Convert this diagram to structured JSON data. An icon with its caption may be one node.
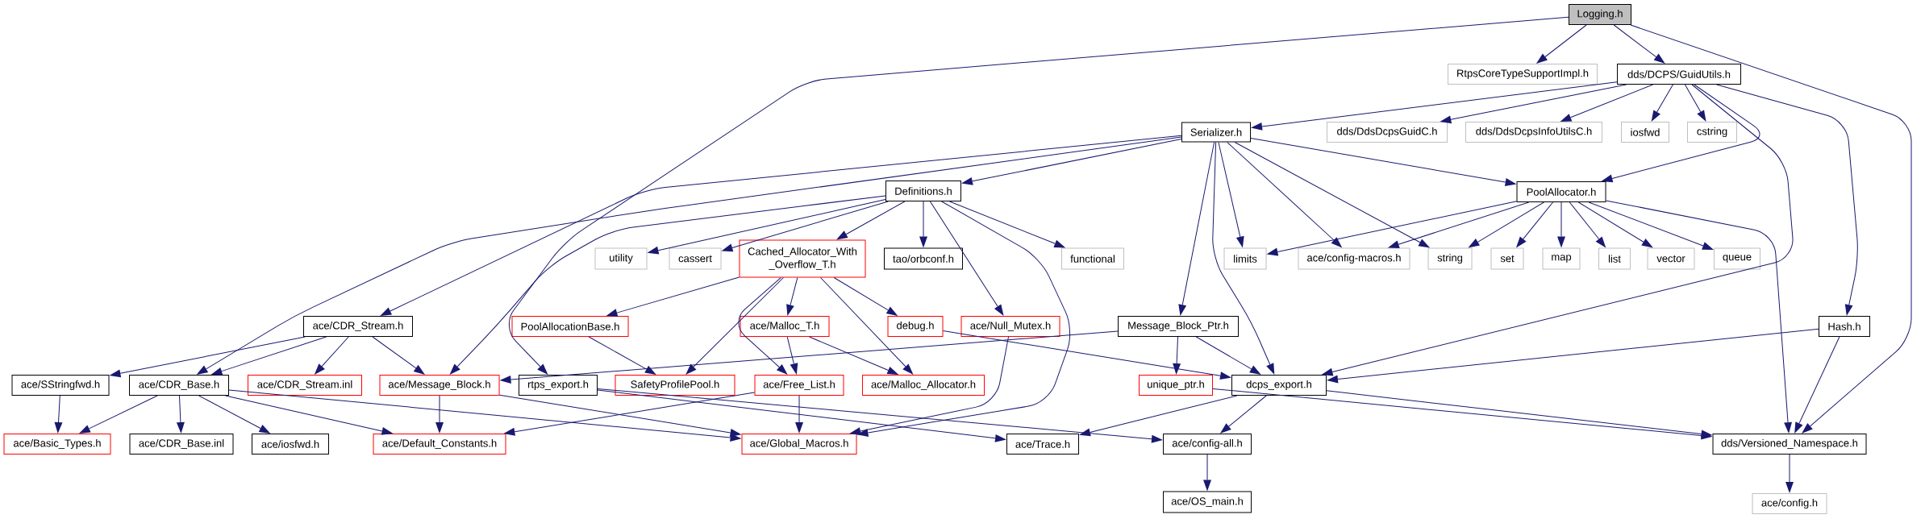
{
  "diagram": {
    "nodes": [
      {
        "text": [
          "Logging.h"
        ]
      },
      {
        "text": [
          "RtpsCoreTypeSupportImpl.h"
        ]
      },
      {
        "text": [
          "dds/DCPS/GuidUtils.h"
        ]
      },
      {
        "text": [
          "Serializer.h"
        ]
      },
      {
        "text": [
          "dds/DdsDcpsGuidC.h"
        ]
      },
      {
        "text": [
          "dds/DdsDcpsInfoUtilsC.h"
        ]
      },
      {
        "text": [
          "iosfwd"
        ]
      },
      {
        "text": [
          "cstring"
        ]
      },
      {
        "text": [
          "Definitions.h"
        ]
      },
      {
        "text": [
          "PoolAllocator.h"
        ]
      },
      {
        "text": [
          "utility"
        ]
      },
      {
        "text": [
          "cassert"
        ]
      },
      {
        "text": [
          "Cached_Allocator_With _Overflow_T.h"
        ]
      },
      {
        "text": [
          "tao/orbconf.h"
        ]
      },
      {
        "text": [
          "functional"
        ]
      },
      {
        "text": [
          "limits"
        ]
      },
      {
        "text": [
          "ace/config-macros.h"
        ]
      },
      {
        "text": [
          "string"
        ]
      },
      {
        "text": [
          "set"
        ]
      },
      {
        "text": [
          "map"
        ]
      },
      {
        "text": [
          "list"
        ]
      },
      {
        "text": [
          "vector"
        ]
      },
      {
        "text": [
          "queue"
        ]
      },
      {
        "text": [
          "ace/CDR_Stream.h"
        ]
      },
      {
        "text": [
          "PoolAllocationBase.h"
        ]
      },
      {
        "text": [
          "ace/Malloc_T.h"
        ]
      },
      {
        "text": [
          "debug.h"
        ]
      },
      {
        "text": [
          "ace/Null_Mutex.h"
        ]
      },
      {
        "text": [
          "Message_Block_Ptr.h"
        ]
      },
      {
        "text": [
          "Hash.h"
        ]
      },
      {
        "text": [
          "ace/SStringfwd.h"
        ]
      },
      {
        "text": [
          "ace/CDR_Base.h"
        ]
      },
      {
        "text": [
          "ace/CDR_Stream.inl"
        ]
      },
      {
        "text": [
          "ace/Message_Block.h"
        ]
      },
      {
        "text": [
          "rtps_export.h"
        ]
      },
      {
        "text": [
          "SafetyProfilePool.h"
        ]
      },
      {
        "text": [
          "ace/Free_List.h"
        ]
      },
      {
        "text": [
          "ace/Malloc_Allocator.h"
        ]
      },
      {
        "text": [
          "unique_ptr.h"
        ]
      },
      {
        "text": [
          "dcps_export.h"
        ]
      },
      {
        "text": [
          "ace/Basic_Types.h"
        ]
      },
      {
        "text": [
          "ace/CDR_Base.inl"
        ]
      },
      {
        "text": [
          "ace/iosfwd.h"
        ]
      },
      {
        "text": [
          "ace/Default_Constants.h"
        ]
      },
      {
        "text": [
          "ace/Global_Macros.h"
        ]
      },
      {
        "text": [
          "ace/Trace.h"
        ]
      },
      {
        "text": [
          "ace/config-all.h"
        ]
      },
      {
        "text": [
          "dds/Versioned_Namespace.h"
        ]
      },
      {
        "text": [
          "ace/OS_main.h"
        ]
      },
      {
        "text": [
          "ace/config.h"
        ]
      }
    ],
    "edges": [
      {
        "from": 0,
        "to": 1,
        "arrow": "to"
      },
      {
        "from": 0,
        "to": 2,
        "arrow": "to"
      },
      {
        "from": 0,
        "to": 34,
        "arrow": "to"
      },
      {
        "from": 0,
        "to": 47,
        "arrow": "to"
      },
      {
        "from": 2,
        "to": 3,
        "arrow": "to"
      },
      {
        "from": 2,
        "to": 4,
        "arrow": "to"
      },
      {
        "from": 2,
        "to": 5,
        "arrow": "to"
      },
      {
        "from": 2,
        "to": 6,
        "arrow": "to"
      },
      {
        "from": 2,
        "to": 7,
        "arrow": "to"
      },
      {
        "from": 2,
        "to": 9,
        "arrow": "to"
      },
      {
        "from": 2,
        "to": 39,
        "arrow": "to"
      },
      {
        "from": 2,
        "to": 29,
        "arrow": "to"
      },
      {
        "from": 3,
        "to": 8,
        "arrow": "to"
      },
      {
        "from": 3,
        "to": 23,
        "arrow": "to"
      },
      {
        "from": 3,
        "to": 31,
        "arrow": "to"
      },
      {
        "from": 3,
        "to": 15,
        "arrow": "to"
      },
      {
        "from": 3,
        "to": 16,
        "arrow": "to"
      },
      {
        "from": 3,
        "to": 17,
        "arrow": "to"
      },
      {
        "from": 3,
        "to": 9,
        "arrow": "to"
      },
      {
        "from": 3,
        "to": 28,
        "arrow": "to"
      },
      {
        "from": 3,
        "to": 39,
        "arrow": "to"
      },
      {
        "from": 8,
        "to": 10,
        "arrow": "to"
      },
      {
        "from": 8,
        "to": 11,
        "arrow": "to"
      },
      {
        "from": 8,
        "to": 12,
        "arrow": "to"
      },
      {
        "from": 8,
        "to": 13,
        "arrow": "to"
      },
      {
        "from": 8,
        "to": 14,
        "arrow": "to"
      },
      {
        "from": 8,
        "to": 27,
        "arrow": "to"
      },
      {
        "from": 8,
        "to": 44,
        "arrow": "to"
      },
      {
        "from": 8,
        "to": 33,
        "arrow": "to"
      },
      {
        "from": 9,
        "to": 15,
        "arrow": "to"
      },
      {
        "from": 9,
        "to": 16,
        "arrow": "to"
      },
      {
        "from": 9,
        "to": 17,
        "arrow": "to"
      },
      {
        "from": 9,
        "to": 18,
        "arrow": "to"
      },
      {
        "from": 9,
        "to": 19,
        "arrow": "to"
      },
      {
        "from": 9,
        "to": 20,
        "arrow": "to"
      },
      {
        "from": 9,
        "to": 21,
        "arrow": "to"
      },
      {
        "from": 9,
        "to": 22,
        "arrow": "to"
      },
      {
        "from": 9,
        "to": 47,
        "arrow": "to"
      },
      {
        "from": 12,
        "to": 24,
        "arrow": "to"
      },
      {
        "from": 12,
        "to": 35,
        "arrow": "to"
      },
      {
        "from": 12,
        "to": 36,
        "arrow": "to"
      },
      {
        "from": 12,
        "to": 25,
        "arrow": "to"
      },
      {
        "from": 12,
        "to": 37,
        "arrow": "to"
      },
      {
        "from": 12,
        "to": 26,
        "arrow": "to"
      },
      {
        "from": 23,
        "to": 30,
        "arrow": "to"
      },
      {
        "from": 23,
        "to": 31,
        "arrow": "to"
      },
      {
        "from": 23,
        "to": 32,
        "arrow": "to"
      },
      {
        "from": 23,
        "to": 33,
        "arrow": "to"
      },
      {
        "from": 24,
        "to": 35,
        "arrow": "to"
      },
      {
        "from": 25,
        "to": 36,
        "arrow": "to"
      },
      {
        "from": 25,
        "to": 37,
        "arrow": "to"
      },
      {
        "from": 26,
        "to": 39,
        "arrow": "to"
      },
      {
        "from": 27,
        "to": 44,
        "arrow": "to"
      },
      {
        "from": 28,
        "to": 33,
        "arrow": "to"
      },
      {
        "from": 28,
        "to": 38,
        "arrow": "to"
      },
      {
        "from": 28,
        "to": 39,
        "arrow": "to"
      },
      {
        "from": 29,
        "to": 39,
        "arrow": "to"
      },
      {
        "from": 29,
        "to": 47,
        "arrow": "to"
      },
      {
        "from": 30,
        "to": 40,
        "arrow": "to"
      },
      {
        "from": 31,
        "to": 40,
        "arrow": "to"
      },
      {
        "from": 31,
        "to": 41,
        "arrow": "to"
      },
      {
        "from": 31,
        "to": 42,
        "arrow": "to"
      },
      {
        "from": 31,
        "to": 43,
        "arrow": "to"
      },
      {
        "from": 31,
        "to": 44,
        "arrow": "to"
      },
      {
        "from": 33,
        "to": 43,
        "arrow": "to"
      },
      {
        "from": 33,
        "to": 44,
        "arrow": "to"
      },
      {
        "from": 34,
        "to": 45,
        "arrow": "to"
      },
      {
        "from": 34,
        "to": 46,
        "arrow": "to"
      },
      {
        "from": 36,
        "to": 43,
        "arrow": "to"
      },
      {
        "from": 36,
        "to": 44,
        "arrow": "to"
      },
      {
        "from": 38,
        "to": 47,
        "arrow": "to"
      },
      {
        "from": 39,
        "to": 45,
        "arrow": "to"
      },
      {
        "from": 39,
        "to": 46,
        "arrow": "to"
      },
      {
        "from": 39,
        "to": 47,
        "arrow": "to"
      },
      {
        "from": 46,
        "to": 48,
        "arrow": "to"
      },
      {
        "from": 47,
        "to": 49,
        "arrow": "to"
      }
    ]
  }
}
